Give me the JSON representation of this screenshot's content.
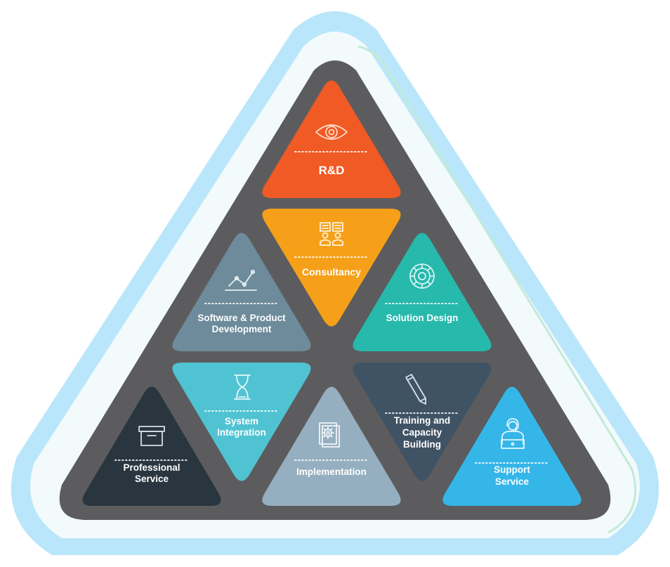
{
  "segments": [
    {
      "id": "rnd",
      "lines": [
        "R&D"
      ],
      "color": "#F05A24",
      "icon": "eye-icon",
      "icon_color": "#FFD9C7"
    },
    {
      "id": "consultancy",
      "lines": [
        "Consultancy"
      ],
      "color": "#F6A01A",
      "icon": "consultation-icon",
      "icon_color": "#FFF2D6"
    },
    {
      "id": "software",
      "lines": [
        "Software & Product",
        "Development"
      ],
      "color": "#6D8B9B",
      "icon": "line-graph-icon",
      "icon_color": "#E6EEF2"
    },
    {
      "id": "solution",
      "lines": [
        "Solution Design"
      ],
      "color": "#27B9AC",
      "icon": "target-wheel-icon",
      "icon_color": "#D6F4F1"
    },
    {
      "id": "integration",
      "lines": [
        "System",
        "Integration"
      ],
      "color": "#50C3D3",
      "icon": "hourglass-icon",
      "icon_color": "#E3F7FA"
    },
    {
      "id": "training",
      "lines": [
        "Training and",
        "Capacity",
        "Building"
      ],
      "color": "#405365",
      "icon": "pencil-icon",
      "icon_color": "#D9E2EA"
    },
    {
      "id": "professional",
      "lines": [
        "Professional",
        "Service"
      ],
      "color": "#293640",
      "icon": "archive-box-icon",
      "icon_color": "#D6DEE4"
    },
    {
      "id": "implementation",
      "lines": [
        "Implementation"
      ],
      "color": "#95AFC0",
      "icon": "gear-documents-icon",
      "icon_color": "#F0F5F8"
    },
    {
      "id": "support",
      "lines": [
        "Support",
        "Service"
      ],
      "color": "#35B6E9",
      "icon": "support-agent-icon",
      "icon_color": "#E3F6FD"
    }
  ],
  "colors": {
    "background": "#FFFFFF",
    "outer_glow": "#B9E6FA",
    "outer_ring": "#F2FAFC",
    "green_line": "#C3EAD6",
    "dark_base": "#5C5C5E",
    "divider_dots": "#FFFFFF"
  }
}
